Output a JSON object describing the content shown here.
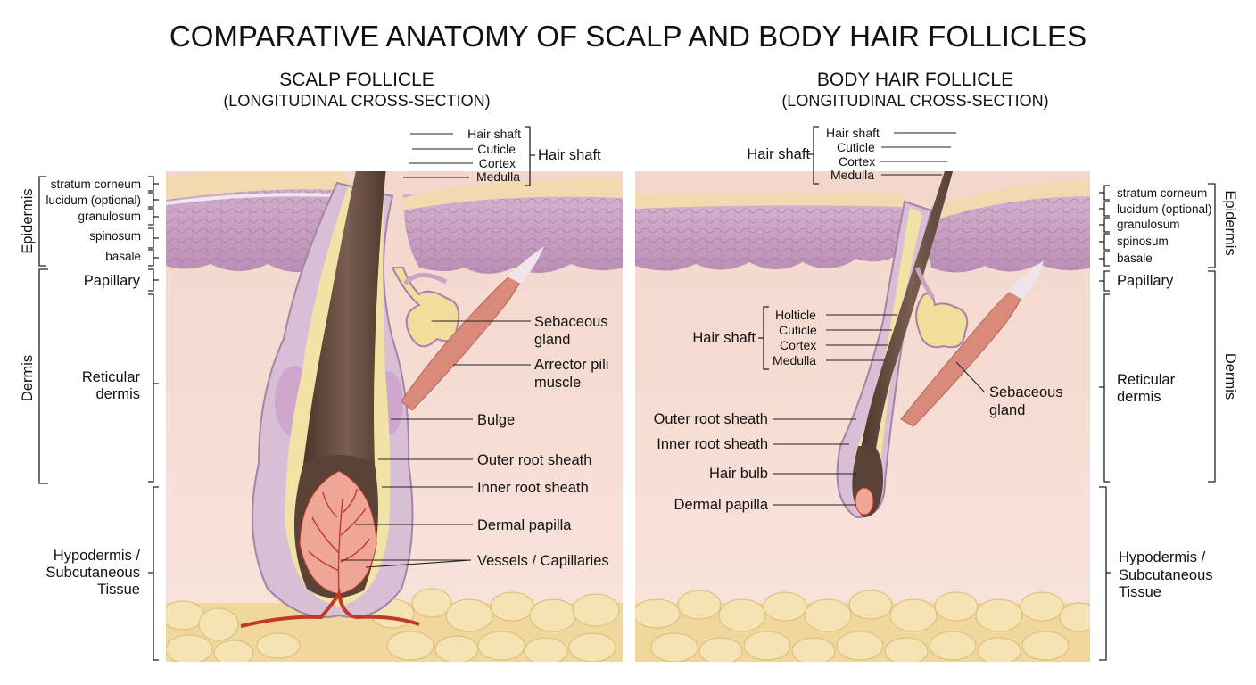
{
  "title": "COMPARATIVE ANATOMY OF SCALP AND BODY HAIR FOLLICLES",
  "left_panel": {
    "title": "SCALP FOLLICLE",
    "subtitle": "(LONGITUDINAL CROSS-SECTION)",
    "layers": {
      "epidermis": "Epidermis",
      "stratum_corneum": "stratum corneum",
      "lucidum": "lucidum (optional)",
      "granulosum": "granulosum",
      "spinosum": "spinosum",
      "basale": "basale",
      "papillary": "Papillary",
      "dermis": "Dermis",
      "reticular_1": "Reticular",
      "reticular_2": "dermis",
      "hypodermis_1": "Hypodermis /",
      "hypodermis_2": "Subcutaneous",
      "hypodermis_3": "Tissue"
    },
    "shaft_labels": {
      "hair_shaft": "Hair shaft",
      "cuticle": "Cuticle",
      "cortex": "Cortex",
      "medulla": "Medulla",
      "group": "Hair shaft"
    },
    "labels": {
      "sebaceous_1": "Sebaceous",
      "sebaceous_2": "gland",
      "arrector_1": "Arrector pili",
      "arrector_2": "muscle",
      "bulge": "Bulge",
      "outer_root_sheath": "Outer root sheath",
      "inner_root_sheath": "Inner root sheath",
      "dermal_papilla": "Dermal papilla",
      "vessels": "Vessels / Capillaries"
    }
  },
  "right_panel": {
    "title": "BODY HAIR FOLLICLE",
    "subtitle": "(LONGITUDINAL CROSS-SECTION)",
    "layers": {
      "epidermis": "Epidermis",
      "stratum_corneum": "stratum corneum",
      "lucidum": "lucidum (optional)",
      "granulosum": "granulosum",
      "spinosum": "spinosum",
      "basale": "basale",
      "papillary": "Papillary",
      "dermis": "Dermis",
      "reticular_1": "Reticular",
      "reticular_2": "dermis",
      "hypodermis_1": "Hypodermis /",
      "hypodermis_2": "Subcutaneous",
      "hypodermis_3": "Tissue"
    },
    "shaft_labels_top": {
      "hair_shaft": "Hair shaft",
      "cuticle": "Cuticle",
      "cortex": "Cortex",
      "medulla": "Medulla",
      "group": "Hair shaft"
    },
    "shaft_labels_mid": {
      "holticle": "Holticle",
      "cuticle": "Cuticle",
      "cortex": "Cortex",
      "medulla": "Medulla",
      "group": "Hair shaft"
    },
    "labels": {
      "sebaceous_1": "Sebaceous",
      "sebaceous_2": "gland",
      "outer_root_sheath": "Outer root sheath",
      "inner_root_sheath": "Inner root sheath",
      "hair_bulb": "Hair bulb",
      "dermal_papilla": "Dermal papilla"
    }
  },
  "colors": {
    "dermis": "#f6dcd2",
    "epidermis": "#c9a3c4",
    "stratum_corneum": "#f2d9b0",
    "hypodermis_fat": "#f3dfa8",
    "hair": "#5a4236",
    "inner_sheath": "#f3e2a6",
    "outer_sheath": "#d8bfd6",
    "papilla": "#f0a696",
    "vessel": "#c0392b",
    "muscle": "#d98a7a"
  }
}
